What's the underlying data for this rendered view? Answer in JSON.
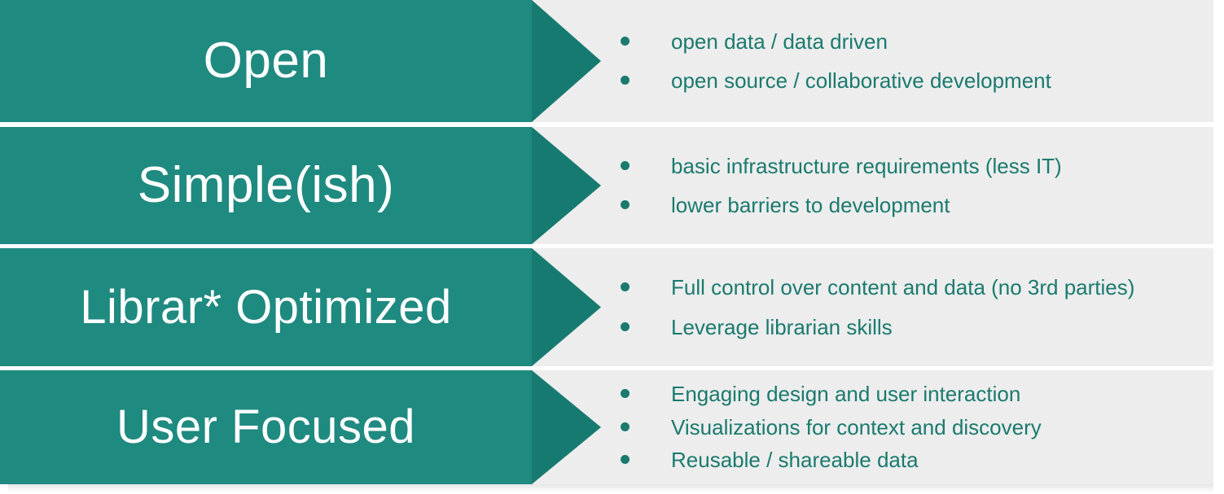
{
  "theme": {
    "chevron_body_color": "#1f8a80",
    "chevron_head_color": "#177a70",
    "panel_color": "#ededed",
    "label_color": "#ffffff",
    "bullet_color": "#1a7a6e",
    "page_background": "#ffffff"
  },
  "rows": [
    {
      "label": "Open",
      "bullets": [
        "open data / data driven",
        "open source / collaborative development"
      ]
    },
    {
      "label": "Simple(ish)",
      "bullets": [
        "basic infrastructure requirements (less IT)",
        "lower barriers to development"
      ]
    },
    {
      "label": "Librar* Optimized",
      "bullets": [
        "Full control over content and data (no 3rd parties)",
        "Leverage librarian skills"
      ]
    },
    {
      "label": "User Focused",
      "bullets": [
        "Engaging design and user interaction",
        "Visualizations for context and discovery",
        "Reusable / shareable data"
      ]
    }
  ]
}
